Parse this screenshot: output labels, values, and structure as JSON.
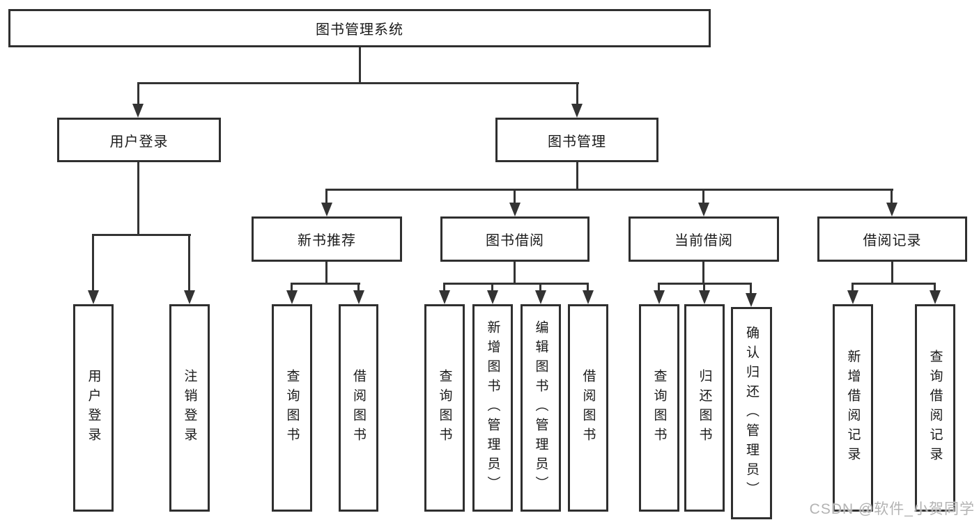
{
  "tree": {
    "root": {
      "label": "图书管理系统"
    },
    "branches": [
      {
        "label": "用户登录",
        "leaves": [
          {
            "label": "用户登录"
          },
          {
            "label": "注销登录"
          }
        ]
      },
      {
        "label": "图书管理",
        "groups": [
          {
            "label": "新书推荐",
            "leaves": [
              {
                "label": "查询图书"
              },
              {
                "label": "借阅图书"
              }
            ]
          },
          {
            "label": "图书借阅",
            "leaves": [
              {
                "label": "查询图书"
              },
              {
                "label": "新增图书（管理员）"
              },
              {
                "label": "编辑图书（管理员）"
              },
              {
                "label": "借阅图书"
              }
            ]
          },
          {
            "label": "当前借阅",
            "leaves": [
              {
                "label": "查询图书"
              },
              {
                "label": "归还图书"
              },
              {
                "label": "确认归还（管理员）"
              }
            ]
          },
          {
            "label": "借阅记录",
            "leaves": [
              {
                "label": "新增借阅记录"
              },
              {
                "label": "查询借阅记录"
              }
            ]
          }
        ]
      }
    ]
  },
  "watermark": {
    "text": "CSDN @软件_小贺同学"
  },
  "colors": {
    "line": "#333333",
    "border": "#2f2f2f",
    "text": "#1a1a1a",
    "watermark": "#b3b3b3",
    "background": "#ffffff"
  }
}
